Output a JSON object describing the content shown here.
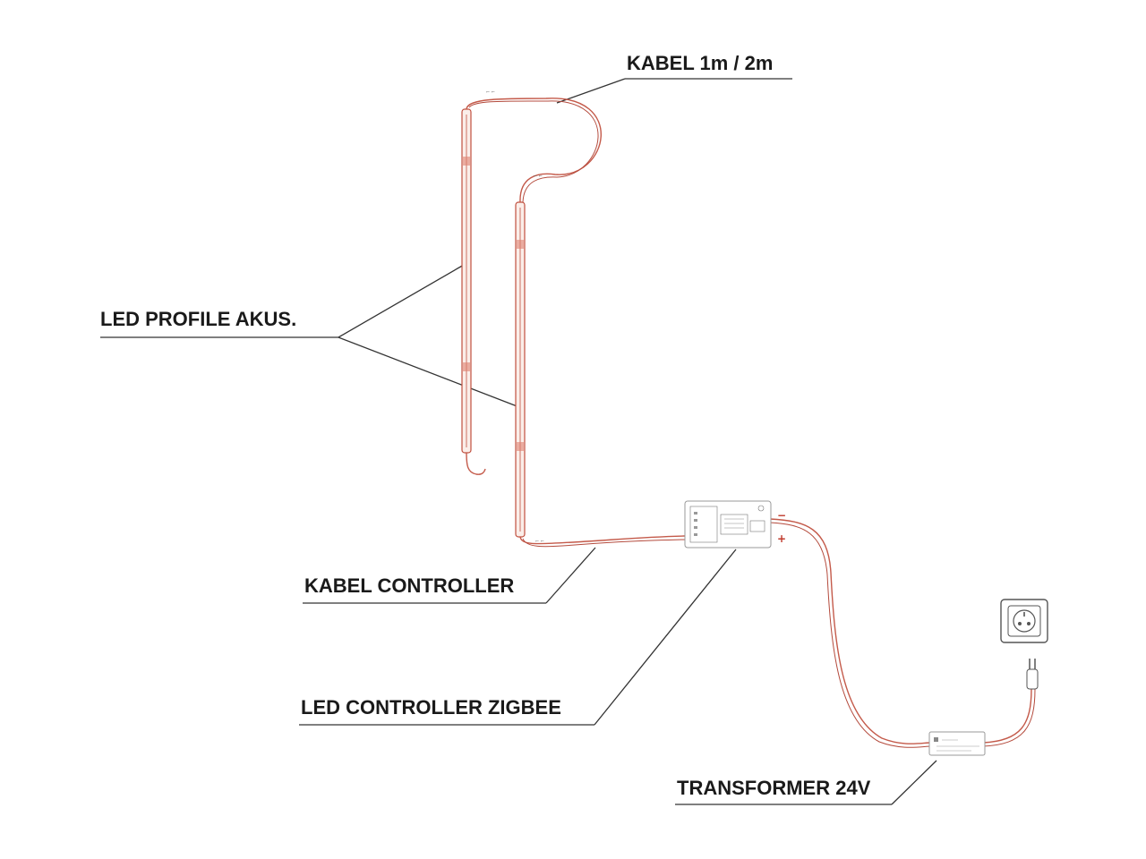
{
  "labels": {
    "kabel": "KABEL 1m / 2m",
    "profile": "LED PROFILE AKUS.",
    "kabel_controller": "KABEL CONTROLLER",
    "controller": "LED CONTROLLER ZIGBEE",
    "transformer": "TRANSFORMER 24V"
  },
  "terminals": {
    "minus": "−",
    "plus": "+"
  },
  "colors": {
    "wire": "#c45a4a",
    "profile_fill": "#fbeee9",
    "leader": "#333333",
    "text": "#1a1a1a"
  }
}
